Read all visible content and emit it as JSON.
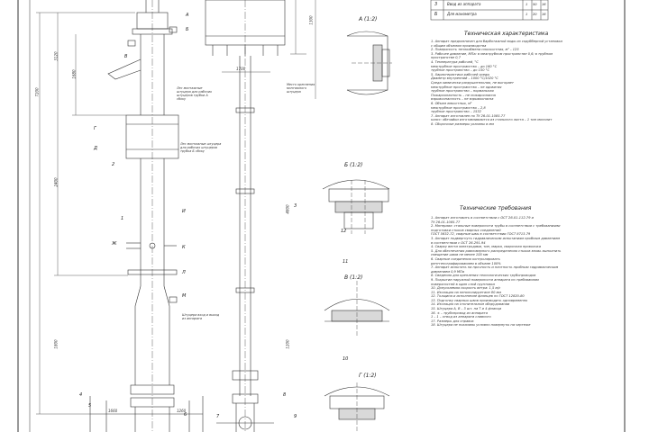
{
  "table": {
    "rows": [
      {
        "num": "3",
        "name": "Ввод из аппарата",
        "a": "1",
        "b": "50",
        "c": "16"
      },
      {
        "num": "Б",
        "name": "Для манометра",
        "a": "1",
        "b": "20",
        "c": "16"
      }
    ]
  },
  "tech": {
    "title": "Техническая характеристика",
    "items": [
      "1. Аппарат предназначен для барботажной воды из скрубберной установки",
      "   с общим объемом производства",
      "2. Поверхность теплообмена плоскостная, м² – 125",
      "3. Рабочее давление, МПа: в межтрубном пространстве 0,6; в трубном",
      "   пространстве 0,7",
      "4. Температура рабочей, °С",
      "   межтрубное пространство – до 160 °С",
      "   трубное пространство – до 150 °С",
      "5. Характеристика рабочей среды",
      "   Диаметр внутренний – 1000 °С/1020 °С",
      "   Среда химически разрушительная, не выгорает",
      "   межтрубное пространство – не ядовитая",
      "   трубное пространство – нормальная",
      "   Пожароопасность – не пожароопасна",
      "   взрывоопасность – не взрывоопасна",
      "6. Объем емкостных, м³",
      "   межтрубное пространство – 2,8",
      "   трубное пространство – 1532",
      "7. Аппарат изготовлен по ТУ 26-01-1085-77",
      "   класс: обечайки изготавливаются из стального листа – 1 тип монолит",
      "8. Сборочные размеры указаны в мм"
    ]
  },
  "req": {
    "title": "Технические требования",
    "items": [
      "1. Аппарат изготовить в соответствии с ОСТ 26-01-112-79 и",
      "   ТУ 26-01-1085-77",
      "2. Материал: стальные поверхности трубы в соответствии с требованиями",
      "   подготовки стыков сварных соединений",
      "   ГОСТ 5632-72, сварные швы в соответствии ГОСТ 8713-79",
      "3. Аппарат подвергнуть гидравлическим испытаниям пробным давлением",
      "   в соответствии с ОСТ 26-291-94",
      "4. Сварку вести электродами, тип, марка, сварочная проволока",
      "5. Для обеспечения равномерного распределения стыков вновь выполнить",
      "   смещение швов не менее 100 мм",
      "6. Сварные соединения контролировать",
      "   рентгенографированием в объеме 100%",
      "7. Аппарат испытать на прочность и плотность пробным гидравлическим",
      "   давлением 0,9 МПа",
      "8. Сведения для крепления технологических трубопроводов",
      "9. Покрытие наружной поверхности аппарата по требованиям",
      "   поверхностей в один слой грунтовки",
      "10. Допускаемая скорость ветра: 1,5 м/с",
      "11. Изоляция на пенополиуретане 80 мм",
      "12. Толщина и исполнение фланцев по ГОСТ 12820-80",
      "13. Подгонку сварных швов производить одновременно",
      "14. Изоляция на отопительном оборудовании",
      "15. Штуцера А, В – 3 шт. на Т и 4 фланца",
      "16. ± – трубопровод из аппарата",
      "    1 – 1 – отвод из аппарата сливного",
      "17. Размеры для справок",
      "18. Штуцера не показаны условно повернуты на чертеже"
    ]
  },
  "sections": {
    "a": "А (1:2)",
    "b": "Б (1:2)",
    "v": "В (1:2)",
    "g": "Г (1:2)"
  },
  "callouts": {
    "c1": "Лес монтажные штуцера для рабочих штуцеров трубки А сбоку",
    "c2": "Лес монтажные штуцера для рабочих штуцеров трубка Б сбоку",
    "c3": "Штуцера вход и выход из аппарата",
    "c4": "Место крепления монтажного штуцера"
  },
  "dims": {
    "d1": "1680",
    "d2": "3120",
    "d3": "7200",
    "d4": "2400",
    "d5": "1800",
    "d6": "1700",
    "d7": "4800",
    "d8": "1300",
    "d9": "1200",
    "d10": "1660",
    "d11": "1260"
  },
  "leaders": {
    "a": "А",
    "b": "Б",
    "v": "В",
    "g": "Г",
    "d": "Д",
    "zh": "Ж",
    "i": "И",
    "k": "К",
    "l": "Л",
    "m": "М",
    "n1": "1",
    "n2": "2",
    "n3": "3",
    "n4": "4",
    "n5": "5",
    "n6": "6",
    "n7": "7",
    "n8": "8",
    "n9": "9",
    "n10": "10",
    "n11": "11",
    "n12": "12"
  }
}
